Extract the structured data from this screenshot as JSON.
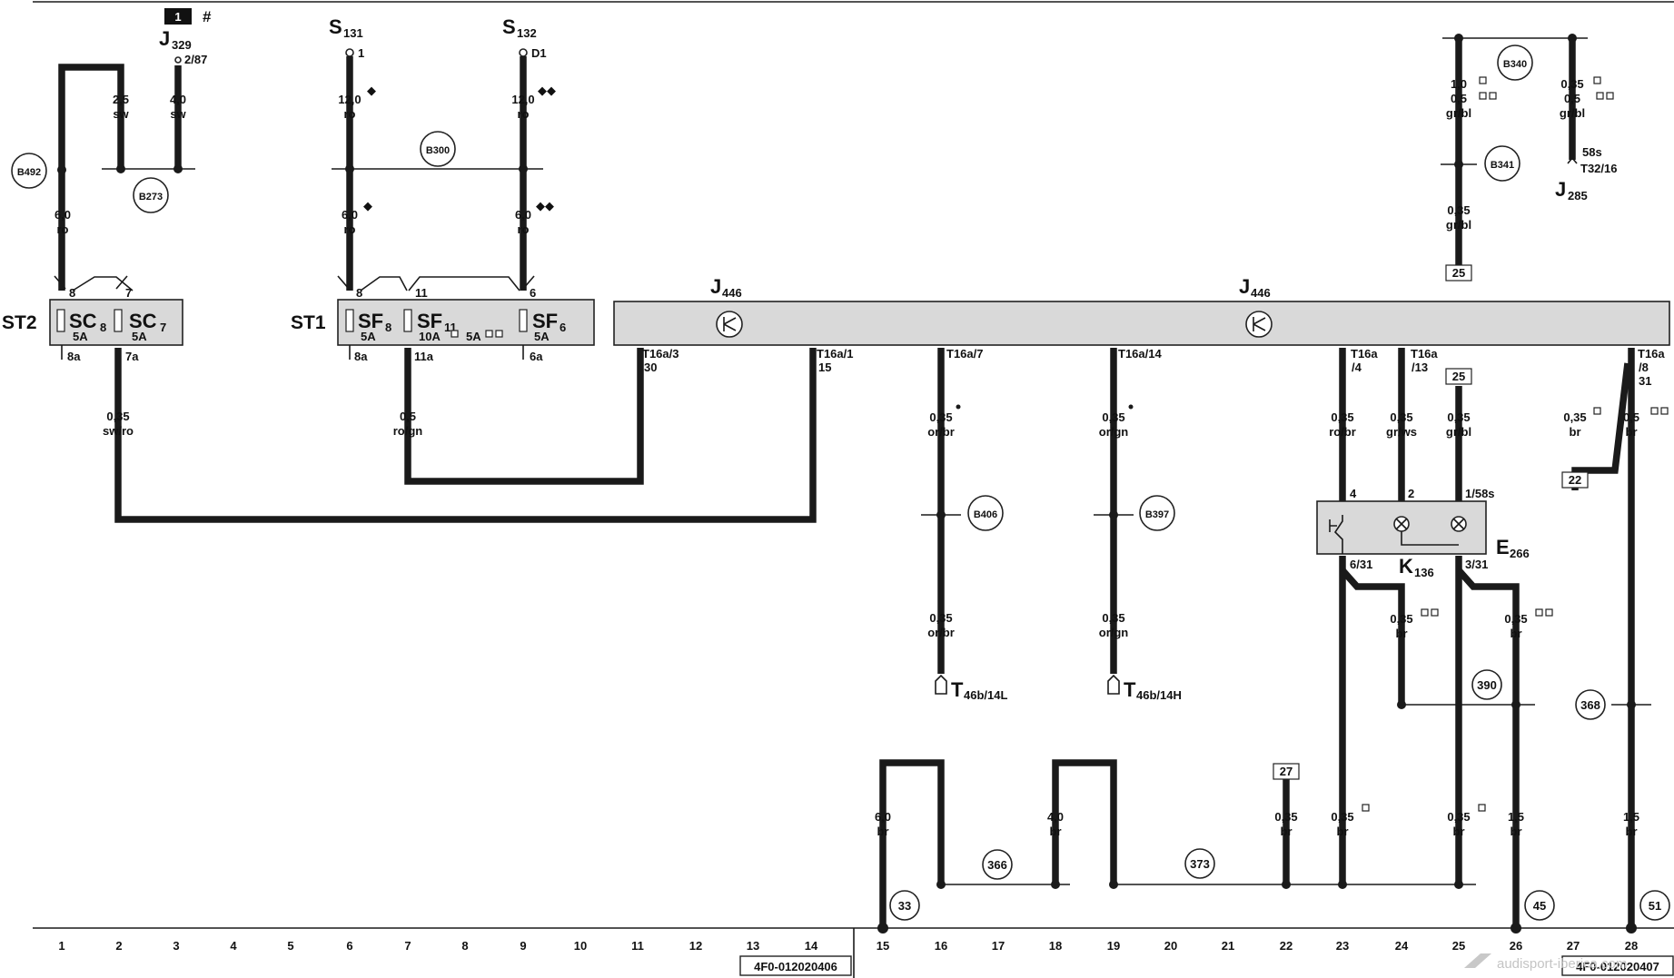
{
  "components": {
    "J329": "J",
    "J329_sub": "329",
    "J329_marker": "1",
    "J329_hash": "#",
    "J329_pin": "2/87",
    "S131": "S",
    "S131_sub": "131",
    "S131_pin": "1",
    "S132": "S",
    "S132_sub": "132",
    "S132_pin": "D1",
    "ST2": "ST2",
    "ST1": "ST1",
    "J446a": "J",
    "J446a_sub": "446",
    "J446b": "J",
    "J446b_sub": "446",
    "J285": "J",
    "J285_sub": "285",
    "J285_pin1": "58s",
    "J285_pin2": "T32/16",
    "E266": "E",
    "E266_sub": "266",
    "K136": "K",
    "K136_sub": "136",
    "T46b14L": "T",
    "T46b14L_sub": "46b/14L",
    "T46b14H": "T",
    "T46b14H_sub": "46b/14H"
  },
  "fuses": {
    "SC8": "SC",
    "SC8_sub": "8",
    "SC8_amp": "5A",
    "SC7": "SC",
    "SC7_sub": "7",
    "SC7_amp": "5A",
    "SF8": "SF",
    "SF8_sub": "8",
    "SF8_amp": "5A",
    "SF11": "SF",
    "SF11_sub": "11",
    "SF11_amp": "10A",
    "SF11_amp2": "5A",
    "SF6": "SF",
    "SF6_sub": "6",
    "SF6_amp": "5A"
  },
  "pins": {
    "st2_8": "8",
    "st2_7": "7",
    "st2_8a": "8a",
    "st2_7a": "7a",
    "st1_8": "8",
    "st1_11": "11",
    "st1_6": "6",
    "st1_8a": "8a",
    "st1_11a": "11a",
    "st1_6a": "6a",
    "t16a3": "T16a/3",
    "t16a3b": "30",
    "t16a1": "T16a/1",
    "t16a1b": "15",
    "t16a7": "T16a/7",
    "t16a14": "T16a/14",
    "t16a4": "T16a",
    "t16a4b": "/4",
    "t16a13": "T16a",
    "t16a13b": "/13",
    "t16a8": "T16a",
    "t16a8b": "/8",
    "t16a8c": "31",
    "e4": "4",
    "e2": "2",
    "e158s": "1/58s",
    "e631": "6/31",
    "e331": "3/31"
  },
  "wires": {
    "w_j329_a": "2,5",
    "w_j329_a2": "sw",
    "w_j329_b": "4,0",
    "w_j329_b2": "sw",
    "w_b492": "6,0",
    "w_b492_2": "ro",
    "w_s131a": "12,0",
    "w_s131a_2": "ro",
    "w_s132a": "12,0",
    "w_s132a_2": "ro",
    "w_s131b": "6,0",
    "w_s131b_2": "ro",
    "w_s132b": "6,0",
    "w_s132b_2": "ro",
    "w_swro": "0,35",
    "w_swro_2": "sw/ro",
    "w_rogn": "0,5",
    "w_rogn_2": "ro/gn",
    "w_orbr1": "0,35",
    "w_orbr1_2": "or/br",
    "w_orgn1": "0,35",
    "w_orgn1_2": "or/gn",
    "w_orbr2": "0,35",
    "w_orbr2_2": "or/br",
    "w_orgn2": "0,35",
    "w_orgn2_2": "or/gn",
    "w_robr": "0,35",
    "w_robr_2": "ro/br",
    "w_grws": "0,35",
    "w_grws_2": "gr/ws",
    "w_grbl": "0,35",
    "w_grbl_2": "gr/bl",
    "w_br22": "0,35",
    "w_br22_2": "br",
    "w_br_05": "0,5",
    "w_br_05_2": "br",
    "w_b340a": "1,0",
    "w_b340a_2": "0,5",
    "w_b340a_3": "gr/bl",
    "w_b340b": "0,35",
    "w_b340b_2": "0,5",
    "w_b340b_3": "gr/bl",
    "w_b341": "0,35",
    "w_b341_2": "gr/bl",
    "w_k_br1": "0,35",
    "w_k_br1_2": "br",
    "w_k_br2": "0,35",
    "w_k_br2_2": "br",
    "w_g15": "6,0",
    "w_g15_2": "br",
    "w_g18": "4,0",
    "w_g18_2": "br",
    "w_g22": "0,35",
    "w_g22_2": "br",
    "w_g23": "0,35",
    "w_g23_2": "br",
    "w_g25": "0,35",
    "w_g25_2": "br",
    "w_g26": "1,5",
    "w_g26_2": "br",
    "w_g28": "1,5",
    "w_g28_2": "br"
  },
  "connections": {
    "B492": "B492",
    "B273": "B273",
    "B300": "B300",
    "B340": "B340",
    "B341": "B341",
    "B406": "B406",
    "B397": "B397",
    "c366": "366",
    "c373": "373",
    "c390": "390",
    "c368": "368",
    "c33": "33",
    "c45": "45",
    "c51": "51"
  },
  "refs": {
    "r25a": "25",
    "r25b": "25",
    "r22": "22",
    "r27": "27"
  },
  "scale": [
    "1",
    "2",
    "3",
    "4",
    "5",
    "6",
    "7",
    "8",
    "9",
    "10",
    "11",
    "12",
    "13",
    "14",
    "15",
    "16",
    "17",
    "18",
    "19",
    "20",
    "21",
    "22",
    "23",
    "24",
    "25",
    "26",
    "27",
    "28"
  ],
  "footer": {
    "doc1": "4F0-012020406",
    "doc2": "4F0-012020407",
    "watermark": "audisport-iberica.com"
  },
  "colors": {
    "wire": "#1a1a1a",
    "module_fill": "#d9d9d9"
  }
}
